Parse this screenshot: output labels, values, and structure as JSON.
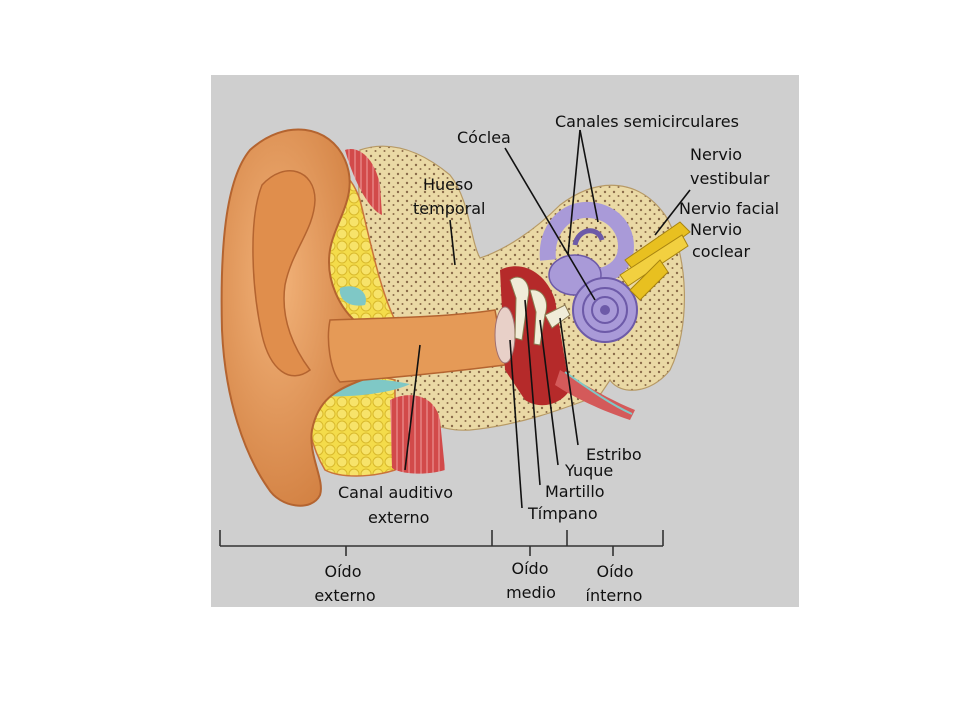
{
  "colors": {
    "panel": "#cfcfcf",
    "skin": "#e59a57",
    "skin_dark": "#c9733a",
    "bone": "#ead9a5",
    "bone_dots": "#8a6b4a",
    "fat": "#f4dc4a",
    "cartilage": "#7fc8c6",
    "cochlea": "#a99ad8",
    "cochlea_dark": "#6d5aa8",
    "nerve": "#e8c020",
    "cavity": "#b52a2a",
    "muscle": "#d24a4a",
    "eardrum": "#e8d0c8"
  },
  "labels": {
    "coclea": "Cóclea",
    "canales": "Canales semicirculares",
    "hueso_1": "Hueso",
    "hueso_2": "temporal",
    "nervio_vest_1": "Nervio",
    "nervio_vest_2": "vestibular",
    "nervio_facial": "Nervio facial",
    "nervio_coclear_1": "Nervio",
    "nervio_coclear_2": "coclear",
    "estribo": "Estribo",
    "yunque": "Yuque",
    "martillo": "Martillo",
    "timpano": "Tímpano",
    "canal_1": "Canal auditivo",
    "canal_2": "externo"
  },
  "regions": {
    "externo_1": "Oído",
    "externo_2": "externo",
    "medio_1": "Oído",
    "medio_2": "medio",
    "interno_1": "Oído",
    "interno_2": "ínterno"
  }
}
